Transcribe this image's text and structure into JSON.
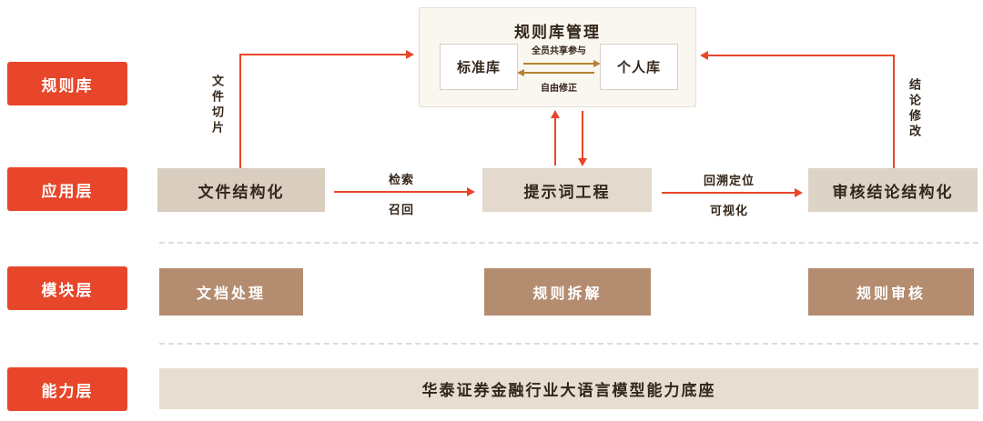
{
  "colors": {
    "accent_red": "#e8462a",
    "gold_arrow": "#b5822f",
    "app_box_beige": "#ddd2c4",
    "module_brown": "#b48c70",
    "foundation_beige": "#e7ddd0",
    "panel_cream": "#faf6f0",
    "ink": "#33261a"
  },
  "layers": {
    "rule_library": "规则库",
    "application": "应用层",
    "module": "模块层",
    "capability": "能力层"
  },
  "rule_panel": {
    "title": "规则库管理",
    "standard_lib": "标准库",
    "personal_lib": "个人库",
    "share_label": "全员共享参与",
    "revise_label": "自由修正"
  },
  "application_row": {
    "doc_structuring": "文件结构化",
    "prompt_engineering": "提示词工程",
    "review_structuring": "审核结论结构化"
  },
  "flows": {
    "file_slice": "文件切片",
    "retrieve": "检索",
    "recall": "召回",
    "backtrack": "回溯定位",
    "visualize": "可视化",
    "conclusion_edit": "结论修改"
  },
  "modules": {
    "doc_processing": "文档处理",
    "rule_decompose": "规则拆解",
    "rule_review": "规则审核"
  },
  "foundation": {
    "label": "华泰证券金融行业大语言模型能力底座"
  }
}
